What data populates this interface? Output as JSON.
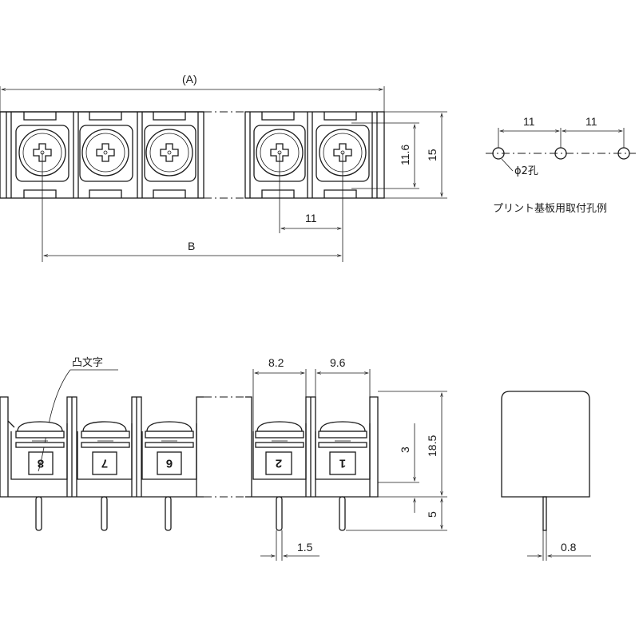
{
  "drawing": {
    "top_view": {
      "dim_overall": "(A)",
      "dim_pitch_span": "B",
      "dim_pitch": "11",
      "dim_screw_height": "11.6",
      "dim_body_height": "15"
    },
    "hole_pattern": {
      "pitch_1": "11",
      "pitch_2": "11",
      "hole_label": "ϕ2孔",
      "caption": "プリント基板用取付孔例"
    },
    "front_view": {
      "callout": "凸文字",
      "dim_barrier": "8.2",
      "dim_cell": "9.6",
      "dim_height": "18.5",
      "dim_label_height": "3",
      "dim_pin_length": "5",
      "dim_pin_offset": "1.5",
      "terminal_numbers": [
        "8",
        "7",
        "6",
        "2",
        "1"
      ]
    },
    "side_view": {
      "dim_pin_width": "0.8"
    }
  }
}
